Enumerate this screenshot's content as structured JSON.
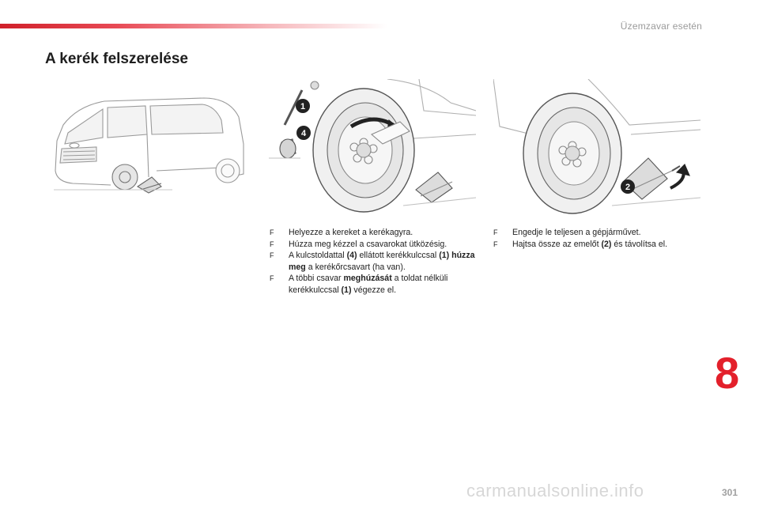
{
  "header": {
    "section_title": "Üzemzavar esetén",
    "accent_color": "#d0202a"
  },
  "page_title": "A kerék felszerelése",
  "figures": {
    "fig2_callouts": [
      "1",
      "4"
    ],
    "fig3_callouts": [
      "2"
    ]
  },
  "instructions_left": [
    {
      "bullet": "F",
      "parts": [
        "Helyezze a kereket a kerékagyra."
      ]
    },
    {
      "bullet": "F",
      "parts": [
        "Húzza meg kézzel a csavarokat ütközésig."
      ]
    },
    {
      "bullet": "F",
      "parts": [
        "A kulcstoldattal ",
        "(4)",
        " ellátott kerékkulccsal ",
        "(1)",
        " ",
        "húzza meg",
        " a kerékőrcsavart (ha van)."
      ]
    },
    {
      "bullet": "F",
      "parts": [
        "A többi csavar ",
        "meghúzását",
        " a toldat nélküli kerékkulccsal ",
        "(1)",
        " végezze el."
      ]
    }
  ],
  "instructions_right": [
    {
      "bullet": "F",
      "parts": [
        "Engedje le teljesen a gépjárművet."
      ]
    },
    {
      "bullet": "F",
      "parts": [
        "Hajtsa össze az emelőt ",
        "(2)",
        " és távolítsa el."
      ]
    }
  ],
  "chapter_number": "8",
  "chapter_color": "#e3202b",
  "page_number": "301",
  "watermark": "carmanualsonline.info"
}
